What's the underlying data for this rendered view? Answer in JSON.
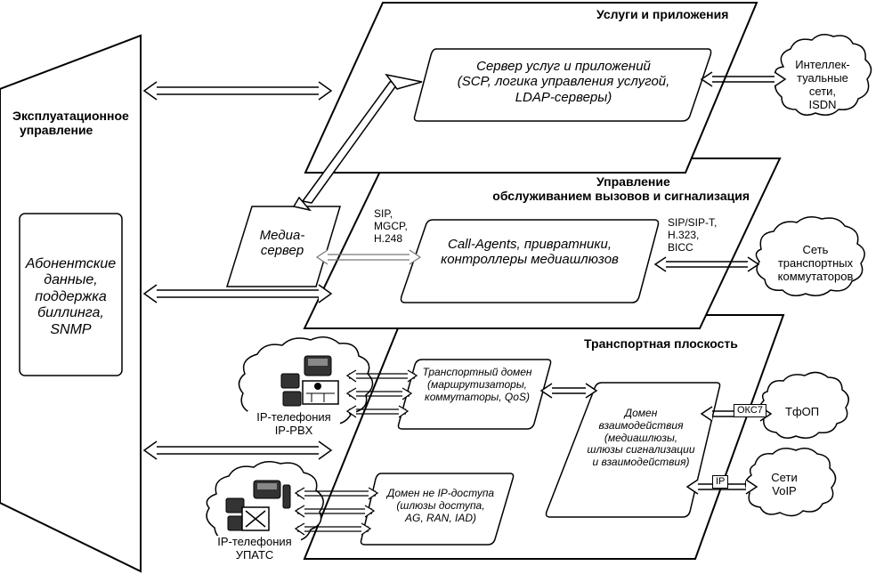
{
  "management": {
    "title_line1": "Эксплуатационное",
    "title_line2": "управление",
    "box_line1": "Абонентские",
    "box_line2": "данные,",
    "box_line3": "поддержка",
    "box_line4": "биллинга,",
    "box_line5": "SNMP"
  },
  "services_plane": {
    "title": "Услуги и приложения",
    "server_line1": "Сервер услуг и приложений",
    "server_line2": "(SCP, логика управления услугой,",
    "server_line3": "LDAP-серверы)",
    "cloud_line1": "Интеллек-",
    "cloud_line2": "туальные",
    "cloud_line3": "сети,",
    "cloud_line4": "ISDN"
  },
  "call_plane": {
    "title_line1": "Управление",
    "title_line2": "обслуживанием вызовов и сигнализация",
    "media_line1": "Медиа-",
    "media_line2": "сервер",
    "proto_left_1": "SIP,",
    "proto_left_2": "MGCP,",
    "proto_left_3": "H.248",
    "agents_line1": "Call-Agents, привратники,",
    "agents_line2": "контроллеры медиашлюзов",
    "proto_right_1": "SIP/SIP-T,",
    "proto_right_2": "H.323,",
    "proto_right_3": "BICC",
    "cloud_line1": "Сеть",
    "cloud_line2": "транспортных",
    "cloud_line3": "коммутаторов"
  },
  "transport_plane": {
    "title": "Транспортная плоскость",
    "domain_line1": "Транспортный домен",
    "domain_line2": "(маршрутизаторы,",
    "domain_line3": "коммутаторы, QoS)",
    "interwork_line1": "Домен",
    "interwork_line2": "взаимодействия",
    "interwork_line3": "(медиашлюзы,",
    "interwork_line4": "шлюзы сигнализации",
    "interwork_line5": "и взаимодействия)",
    "nonip_line1": "Домен не IP-доступа",
    "nonip_line2": "(шлюзы доступа,",
    "nonip_line3": "AG, RAN, IAD)",
    "okc7_label": "ОКС7",
    "ip_label": "IP",
    "tfop_label": "ТфОП",
    "voip_line1": "Сети",
    "voip_line2": "VoIP",
    "pbx_line1": "IP-телефония",
    "pbx_line2": "IP-PBX",
    "upats_line1": "IP-телефония",
    "upats_line2": "УПАТС"
  }
}
